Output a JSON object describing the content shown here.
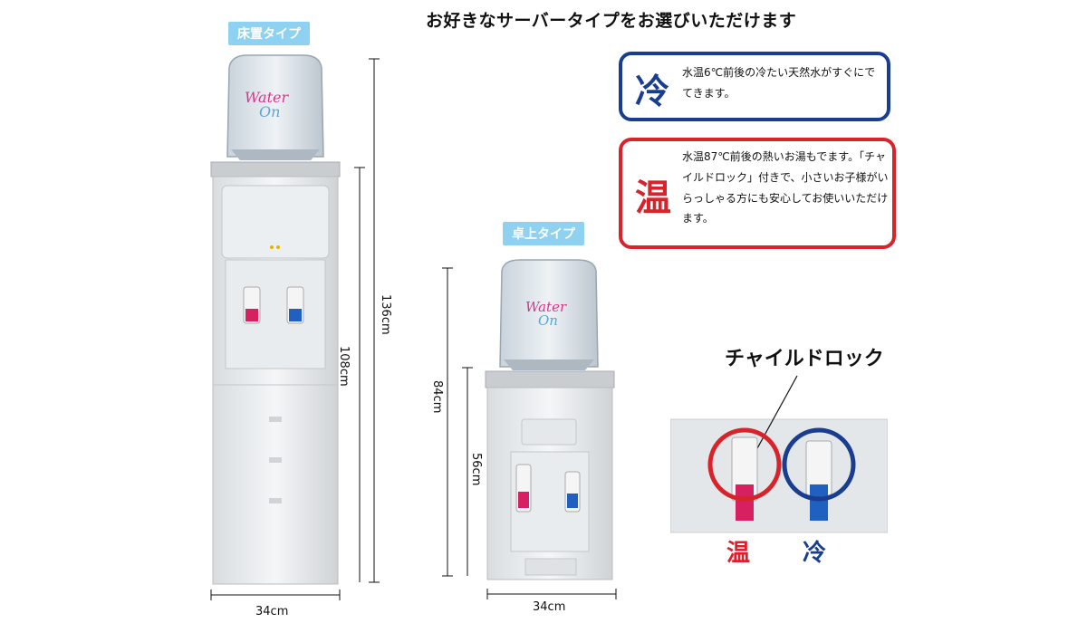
{
  "headline": "お好きなサーバータイプをお選びいただけます",
  "floor": {
    "label": "床置タイプ",
    "width": "34cm",
    "height_total": "136cm",
    "height_body": "108cm",
    "logo_line1": "Water",
    "logo_line2": "On"
  },
  "desk": {
    "label": "卓上タイプ",
    "width": "34cm",
    "height_total": "84cm",
    "height_body": "56cm",
    "logo_line1": "Water",
    "logo_line2": "On"
  },
  "cold": {
    "char": "冷",
    "text": "水温6℃前後の冷たい天然水がすぐにでてきます。",
    "color": "#1a3e8f"
  },
  "hot": {
    "char": "温",
    "text": "水温87℃前後の熱いお湯もでます。「チャイルドロック」付きで、小さいお子様がいらっしゃる方にも安心してお使いいただけます。",
    "color": "#d8232a"
  },
  "childlock": {
    "title": "チャイルドロック",
    "hot_char": "温",
    "cold_char": "冷"
  }
}
